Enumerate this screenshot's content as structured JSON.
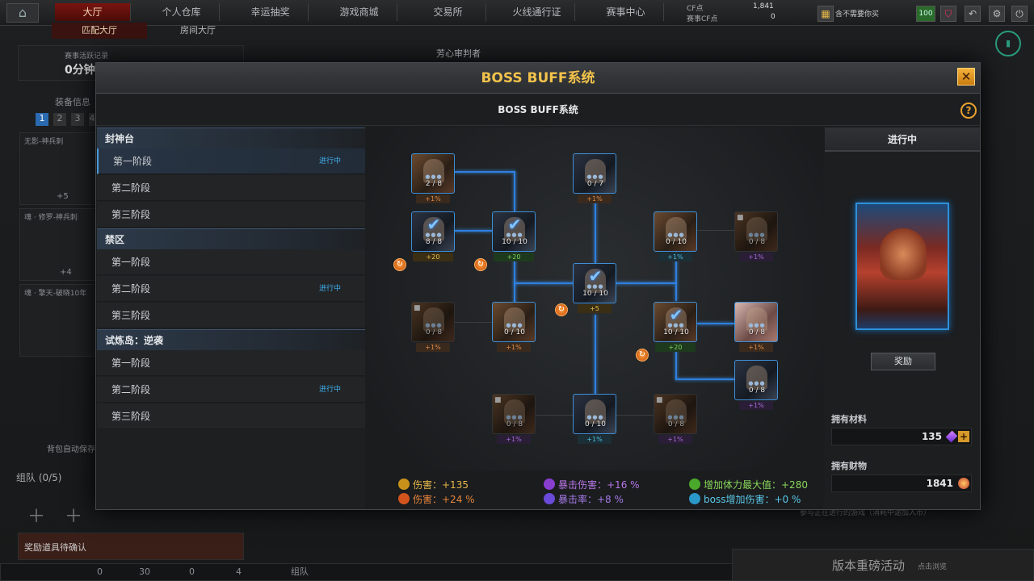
{
  "topnav": {
    "tabs": [
      "大厅",
      "个人仓库",
      "幸运抽奖",
      "游戏商城",
      "交易所",
      "火线通行证",
      "赛事中心"
    ],
    "sub_tabs": [
      "匹配大厅",
      "房间大厅"
    ],
    "cf_label": "CF点",
    "match_cf_label": "赛事CF点",
    "cf_value": "1,841",
    "match_cf_value": "0",
    "notice": "含不需要你买",
    "level_badge": "100"
  },
  "background": {
    "record_label": "赛事活跃记录",
    "score": "0分钟",
    "equip_info": "装备信息",
    "pages": [
      "1",
      "2",
      "3",
      "4"
    ],
    "weapon1": "无影-神兵刺",
    "weapon2": "魂 · 修罗-神兵刺",
    "weapon3": "魂 · 擎天-破晓10年",
    "plus5": "+5",
    "plus4": "+4",
    "team_label": "组队 (0/5)",
    "auto_save": "背包自动保存",
    "reward_confirm": "奖励道具待确认",
    "judge": "芳心审判者",
    "event_title": "版本重磅活动",
    "event_sub": "点击浏览",
    "bottom_team": "组队",
    "bottom_vals": [
      "0",
      "30",
      "0",
      "4"
    ],
    "join_text": "参与正在进行的游戏（消耗中途加入币）"
  },
  "modal": {
    "title": "BOSS BUFF系统",
    "subtitle": "BOSS BUFF系统",
    "help_icon": "?",
    "close_icon": "✕"
  },
  "groups": [
    {
      "name": "封神台",
      "stages": [
        {
          "label": "第一阶段",
          "status": "进行中",
          "selected": true
        },
        {
          "label": "第二阶段",
          "status": ""
        },
        {
          "label": "第三阶段",
          "status": ""
        }
      ]
    },
    {
      "name": "禁区",
      "stages": [
        {
          "label": "第一阶段",
          "status": ""
        },
        {
          "label": "第二阶段",
          "status": "进行中"
        },
        {
          "label": "第三阶段",
          "status": ""
        }
      ]
    },
    {
      "name": "试炼岛：逆袭",
      "stages": [
        {
          "label": "第一阶段",
          "status": ""
        },
        {
          "label": "第二阶段",
          "status": "进行中"
        },
        {
          "label": "第三阶段",
          "status": ""
        }
      ]
    }
  ],
  "nodes": [
    {
      "id": "n1",
      "count": "2 / 8",
      "tag": "+1%",
      "tag_type": "fire",
      "style": "warm",
      "locked": false,
      "checked": false
    },
    {
      "id": "n2",
      "count": "0 / 7",
      "tag": "+1%",
      "tag_type": "fire",
      "style": "mech",
      "locked": false,
      "checked": false
    },
    {
      "id": "n3",
      "count": "8 / 8",
      "tag": "+20",
      "tag_type": "gold",
      "style": "mech",
      "locked": false,
      "checked": true
    },
    {
      "id": "n4",
      "count": "10 / 10",
      "tag": "+20",
      "tag_type": "green",
      "style": "mech",
      "locked": false,
      "checked": true
    },
    {
      "id": "n5",
      "count": "0 / 10",
      "tag": "+1%",
      "tag_type": "cyan",
      "style": "warm",
      "locked": false,
      "checked": false
    },
    {
      "id": "n6",
      "count": "0 / 8",
      "tag": "+1%",
      "tag_type": "purple",
      "style": "warm",
      "locked": true,
      "checked": false
    },
    {
      "id": "n7",
      "count": "10 / 10",
      "tag": "+5",
      "tag_type": "gold",
      "style": "mech",
      "locked": false,
      "checked": true
    },
    {
      "id": "n8",
      "count": "0 / 8",
      "tag": "+1%",
      "tag_type": "fire",
      "style": "warm",
      "locked": true,
      "checked": false
    },
    {
      "id": "n9",
      "count": "0 / 10",
      "tag": "+1%",
      "tag_type": "fire",
      "style": "warm",
      "locked": false,
      "checked": false
    },
    {
      "id": "n10",
      "count": "10 / 10",
      "tag": "+20",
      "tag_type": "green",
      "style": "warm",
      "locked": false,
      "checked": true
    },
    {
      "id": "n11",
      "count": "0 / 8",
      "tag": "+1%",
      "tag_type": "fire",
      "style": "pink",
      "locked": false,
      "checked": false
    },
    {
      "id": "n12",
      "count": "0 / 8",
      "tag": "+1%",
      "tag_type": "purple",
      "style": "mech",
      "locked": false,
      "checked": false
    },
    {
      "id": "n13",
      "count": "0 / 8",
      "tag": "+1%",
      "tag_type": "purple",
      "style": "warm",
      "locked": true,
      "checked": false
    },
    {
      "id": "n14",
      "count": "0 / 10",
      "tag": "+1%",
      "tag_type": "cyan",
      "style": "mech",
      "locked": false,
      "checked": false
    },
    {
      "id": "n15",
      "count": "0 / 8",
      "tag": "+1%",
      "tag_type": "purple",
      "style": "warm",
      "locked": true,
      "checked": false
    }
  ],
  "stats": [
    {
      "label": "伤害：+135",
      "color": "#e8b84a",
      "icon_color": "#c8921a"
    },
    {
      "label": "伤害：+24 %",
      "color": "#e8853a",
      "icon_color": "#d2541c"
    },
    {
      "label": "暴击伤害：+16 %",
      "color": "#b776e6",
      "icon_color": "#8a3ed0"
    },
    {
      "label": "暴击率：+8 %",
      "color": "#a67ae8",
      "icon_color": "#6a4ad8"
    },
    {
      "label": "增加体力最大值：+280",
      "color": "#8ad85a",
      "icon_color": "#4aa82a"
    },
    {
      "label": "boss增加伤害：+0 %",
      "color": "#5ac8e8",
      "icon_color": "#2a98c8"
    }
  ],
  "right": {
    "status": "进行中",
    "reward_button": "奖励",
    "materials_label": "拥有材料",
    "materials_value": "135",
    "wealth_label": "拥有财物",
    "wealth_value": "1841"
  }
}
